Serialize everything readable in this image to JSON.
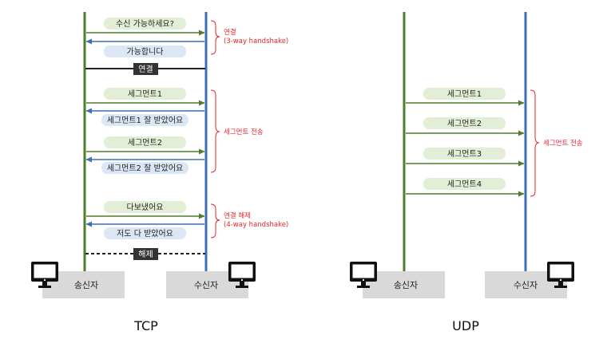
{
  "colors": {
    "sender_line": "#4e7e2a",
    "receiver_line": "#3d6fb6",
    "send_pill": "#e2efd6",
    "reply_pill": "#dce7f6",
    "annotation": "#e8262b",
    "divider": "#222222",
    "tag_bg": "#333333",
    "host_box": "#d9d9d9"
  },
  "tcp": {
    "label": "TCP",
    "sender": "송신자",
    "receiver": "수신자",
    "connect": {
      "request": "수신 가능하세요?",
      "reply": "가능합니다",
      "tag": "연결",
      "note_line1": "연결",
      "note_line2": "(3-way handshake)"
    },
    "transfer": {
      "seg1": "세그먼트1",
      "ack1": "세그먼트1 잘 받았어요",
      "seg2": "세그먼트2",
      "ack2": "세그먼트2 잘 받았어요",
      "note": "세그먼트 전송"
    },
    "close": {
      "request": "다보냈어요",
      "reply": "저도 다 받았어요",
      "tag": "해제",
      "note_line1": "연결 해제",
      "note_line2": "(4-way handshake)"
    }
  },
  "udp": {
    "label": "UDP",
    "sender": "송신자",
    "receiver": "수신자",
    "segments": [
      "세그먼트1",
      "세그먼트2",
      "세그먼트3",
      "세그먼트4"
    ],
    "note": "세그먼트 전송"
  }
}
